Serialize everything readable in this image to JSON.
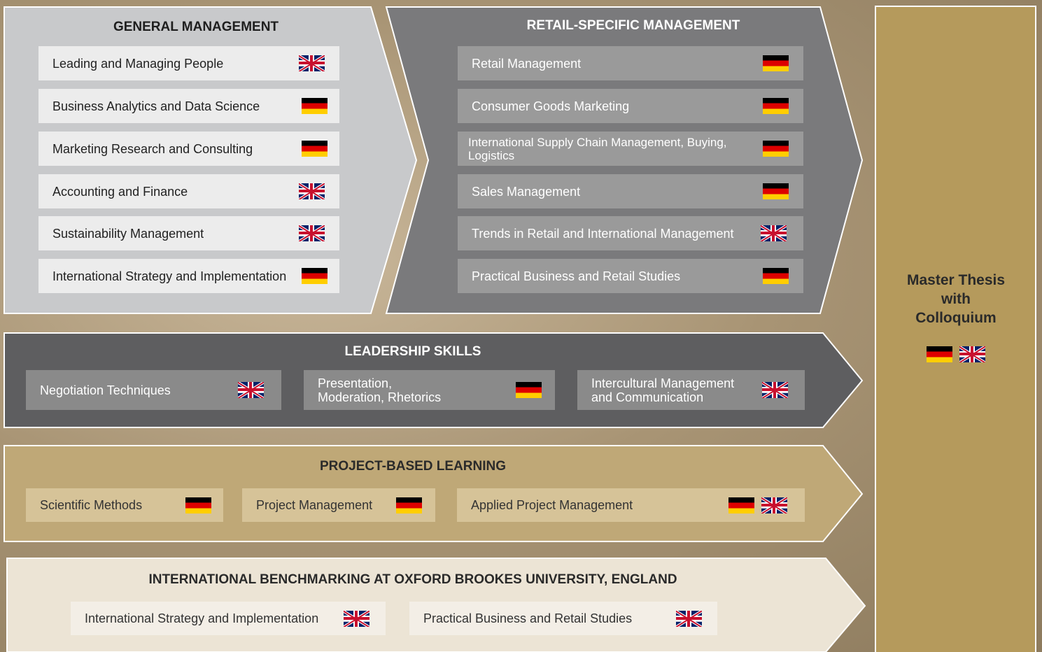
{
  "general_management": {
    "heading": "GENERAL MANAGEMENT",
    "items": [
      {
        "label": "Leading and Managing People",
        "flags": [
          "uk"
        ]
      },
      {
        "label": "Business Analytics and Data Science",
        "flags": [
          "de"
        ]
      },
      {
        "label": "Marketing Research and Consulting",
        "flags": [
          "de"
        ]
      },
      {
        "label": "Accounting and Finance",
        "flags": [
          "uk"
        ]
      },
      {
        "label": "Sustainability Management",
        "flags": [
          "uk"
        ]
      },
      {
        "label": "International Strategy and Implementation",
        "flags": [
          "de"
        ]
      }
    ]
  },
  "retail_management": {
    "heading": "RETAIL-SPECIFIC MANAGEMENT",
    "items": [
      {
        "label": "Retail Management",
        "flags": [
          "de"
        ]
      },
      {
        "label": "Consumer Goods Marketing",
        "flags": [
          "de"
        ]
      },
      {
        "label": "International Supply Chain Management, Buying, Logistics",
        "flags": [
          "de"
        ]
      },
      {
        "label": "Sales Management",
        "flags": [
          "de"
        ]
      },
      {
        "label": "Trends in Retail and International Management",
        "flags": [
          "uk"
        ]
      },
      {
        "label": "Practical Business and Retail Studies",
        "flags": [
          "de"
        ]
      }
    ]
  },
  "leadership_skills": {
    "heading": "LEADERSHIP SKILLS",
    "items": [
      {
        "label": "Negotiation Techniques",
        "flags": [
          "uk"
        ]
      },
      {
        "label": "Presentation, Moderation, Rhetorics",
        "flags": [
          "de"
        ]
      },
      {
        "label": "Intercultural Management and Communication",
        "flags": [
          "uk"
        ]
      }
    ]
  },
  "project_learning": {
    "heading": "PROJECT-BASED LEARNING",
    "items": [
      {
        "label": "Scientific Methods",
        "flags": [
          "de"
        ]
      },
      {
        "label": "Project Management",
        "flags": [
          "de"
        ]
      },
      {
        "label": "Applied Project Management",
        "flags": [
          "de",
          "uk"
        ]
      }
    ]
  },
  "benchmarking": {
    "heading": "INTERNATIONAL BENCHMARKING AT OXFORD BROOKES UNIVERSITY, ENGLAND",
    "items": [
      {
        "label": "International Strategy and Implementation",
        "flags": [
          "uk"
        ]
      },
      {
        "label": "Practical Business and Retail Studies",
        "flags": [
          "uk"
        ]
      }
    ]
  },
  "thesis": {
    "line1": "Master Thesis",
    "line2": "with",
    "line3": "Colloquium",
    "flags": [
      "de",
      "uk"
    ]
  },
  "colors": {
    "general": "#c8c9cb",
    "retail": "#7a7a7c",
    "leadership": "#5e5e60",
    "project": "#bfa877",
    "benchmark": "#ece4d5",
    "thesis": "#b59a5c"
  }
}
